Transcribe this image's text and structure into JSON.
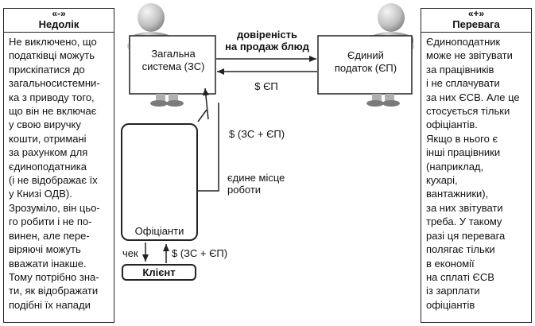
{
  "left_panel": {
    "sign": "«-»",
    "title": "Недолік",
    "body": "Не виключено, що\nподатківці можуть\nприскіпатися до\nзагальносистемни-\nка з приводу того,\nщо він не включає\nу свою виручку\nкошти, отримані\nза рахунком для\nєдиноподатника\n(і не відображає їх\nу Книзі ОДВ).\nЗрозуміло, він цьо-\nго робити і не по-\nвинен, але пере-\nвіряючі можуть\nвважати інакше.\nТому потрібно зна-\nти, як відображати\nподібні їх напади"
  },
  "right_panel": {
    "sign": "«+»",
    "title": "Перевага",
    "body": "Єдиноподатник\nможе не звітувати\nза працівників\nі не сплачувати\nза них ЄСВ. Але це\nстосується тільки\nофіціантів.\nЯкщо в нього є\nінші працівники\n(наприклад,\nкухарі,\nвантажники),\nза них звітувати\nтреба. У такому\nразі ця перевага\nполягає тільки\nв економії\nна сплаті ЄСВ\nіз зарплати\nофіціантів"
  },
  "diagram": {
    "board_general": "Загальна\nсистема (ЗС)",
    "board_single": "Єдиний\nподаток (ЄП)",
    "trust_label": "довіреність\nна продаж блюд",
    "pay_ep_label": "$ ЄП",
    "pay_total_label": "$ (ЗС + ЄП)",
    "workplace_label": "єдине місце\nроботи",
    "waiters_label": "Офіціанти",
    "check_label": "чек",
    "pay_client_label": "$ (ЗС + ЄП)",
    "client_label": "Клієнт"
  },
  "colors": {
    "figure_light": "#e8e8e8",
    "figure_mid": "#b5b5b5",
    "figure_dark": "#6f6f6f",
    "line": "#222222"
  }
}
